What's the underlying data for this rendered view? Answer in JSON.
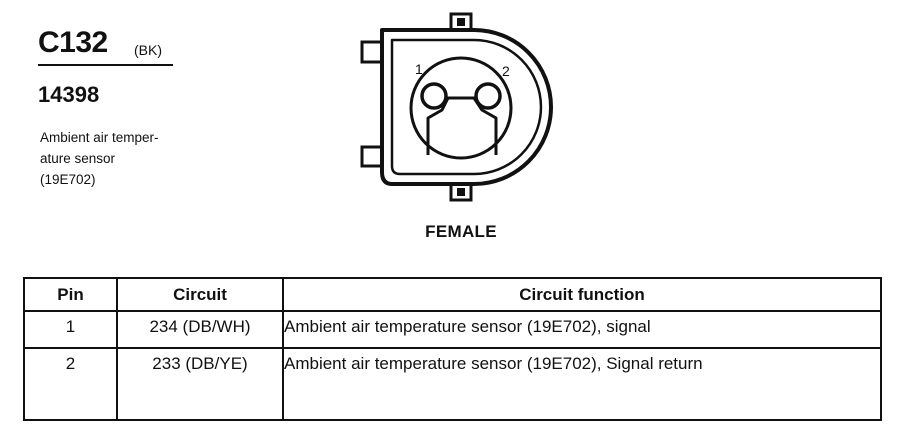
{
  "connector": {
    "id": "C132",
    "color": "(BK)",
    "part_number": "14398",
    "description_lines": [
      "Ambient air temper-",
      "ature sensor",
      "(19E702)"
    ],
    "view": "FEMALE",
    "pin_labels": [
      "1",
      "2"
    ]
  },
  "table": {
    "headers": [
      "Pin",
      "Circuit",
      "Circuit function"
    ],
    "rows": [
      {
        "pin": "1",
        "circuit": "234 (DB/WH)",
        "function": "Ambient air temperature sensor (19E702), signal"
      },
      {
        "pin": "2",
        "circuit": "233 (DB/YE)",
        "function": "Ambient air temperature sensor (19E702), Signal return"
      }
    ]
  }
}
